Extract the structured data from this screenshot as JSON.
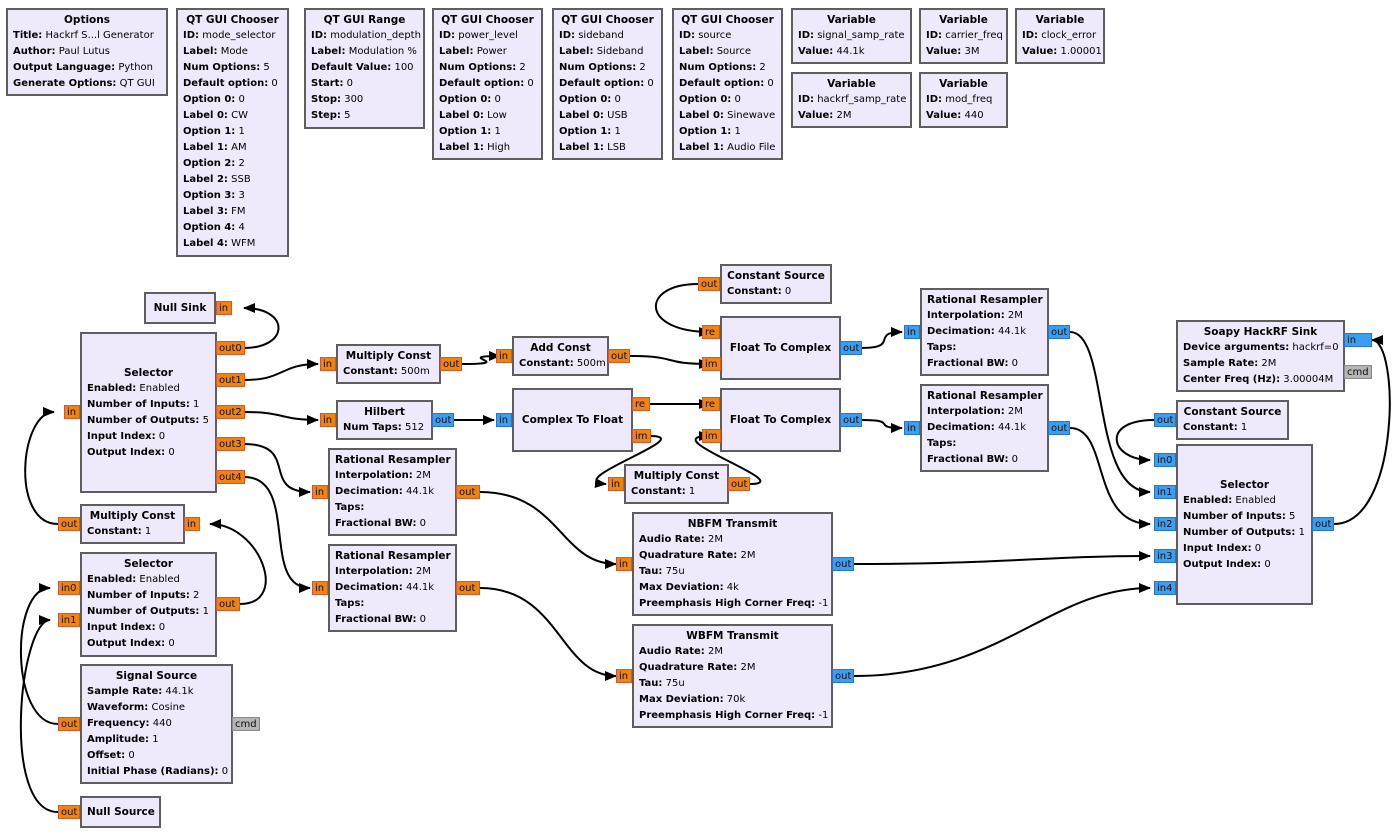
{
  "flowgraph": {
    "blocks": {
      "options": {
        "title": "Options",
        "params": [
          [
            "Title:",
            "Hackrf S...l Generator"
          ],
          [
            "Author:",
            "Paul Lutus"
          ],
          [
            "Output Language:",
            "Python"
          ],
          [
            "Generate Options:",
            "QT GUI"
          ]
        ]
      },
      "mode_chooser": {
        "title": "QT GUI Chooser",
        "params": [
          [
            "ID:",
            "mode_selector"
          ],
          [
            "Label:",
            "Mode"
          ],
          [
            "Num Options:",
            "5"
          ],
          [
            "Default option:",
            "0"
          ],
          [
            "Option 0:",
            "0"
          ],
          [
            "Label 0:",
            "CW"
          ],
          [
            "Option 1:",
            "1"
          ],
          [
            "Label 1:",
            "AM"
          ],
          [
            "Option 2:",
            "2"
          ],
          [
            "Label 2:",
            "SSB"
          ],
          [
            "Option 3:",
            "3"
          ],
          [
            "Label 3:",
            "FM"
          ],
          [
            "Option 4:",
            "4"
          ],
          [
            "Label 4:",
            "WFM"
          ]
        ]
      },
      "mod_range": {
        "title": "QT GUI Range",
        "params": [
          [
            "ID:",
            "modulation_depth"
          ],
          [
            "Label:",
            "Modulation %"
          ],
          [
            "Default Value:",
            "100"
          ],
          [
            "Start:",
            "0"
          ],
          [
            "Stop:",
            "300"
          ],
          [
            "Step:",
            "5"
          ]
        ]
      },
      "power_chooser": {
        "title": "QT GUI Chooser",
        "params": [
          [
            "ID:",
            "power_level"
          ],
          [
            "Label:",
            "Power"
          ],
          [
            "Num Options:",
            "2"
          ],
          [
            "Default option:",
            "0"
          ],
          [
            "Option 0:",
            "0"
          ],
          [
            "Label 0:",
            "Low"
          ],
          [
            "Option 1:",
            "1"
          ],
          [
            "Label 1:",
            "High"
          ]
        ]
      },
      "sideband_chooser": {
        "title": "QT GUI Chooser",
        "params": [
          [
            "ID:",
            "sideband"
          ],
          [
            "Label:",
            "Sideband"
          ],
          [
            "Num Options:",
            "2"
          ],
          [
            "Default option:",
            "0"
          ],
          [
            "Option 0:",
            "0"
          ],
          [
            "Label 0:",
            "USB"
          ],
          [
            "Option 1:",
            "1"
          ],
          [
            "Label 1:",
            "LSB"
          ]
        ]
      },
      "source_chooser": {
        "title": "QT GUI Chooser",
        "params": [
          [
            "ID:",
            "source"
          ],
          [
            "Label:",
            "Source"
          ],
          [
            "Num Options:",
            "2"
          ],
          [
            "Default option:",
            "0"
          ],
          [
            "Option 0:",
            "0"
          ],
          [
            "Label 0:",
            "Sinewave"
          ],
          [
            "Option 1:",
            "1"
          ],
          [
            "Label 1:",
            "Audio File"
          ]
        ]
      },
      "var_signal_samp_rate": {
        "title": "Variable",
        "params": [
          [
            "ID:",
            "signal_samp_rate"
          ],
          [
            "Value:",
            "44.1k"
          ]
        ]
      },
      "var_carrier_freq": {
        "title": "Variable",
        "params": [
          [
            "ID:",
            "carrier_freq"
          ],
          [
            "Value:",
            "3M"
          ]
        ]
      },
      "var_clock_error": {
        "title": "Variable",
        "params": [
          [
            "ID:",
            "clock_error"
          ],
          [
            "Value:",
            "1.00001"
          ]
        ]
      },
      "var_hackrf_samp_rate": {
        "title": "Variable",
        "params": [
          [
            "ID:",
            "hackrf_samp_rate"
          ],
          [
            "Value:",
            "2M"
          ]
        ]
      },
      "var_mod_freq": {
        "title": "Variable",
        "params": [
          [
            "ID:",
            "mod_freq"
          ],
          [
            "Value:",
            "440"
          ]
        ]
      },
      "null_sink": {
        "title": "Null Sink",
        "params": []
      },
      "selector_1": {
        "title": "Selector",
        "params": [
          [
            "Enabled:",
            "Enabled"
          ],
          [
            "Number of Inputs:",
            "1"
          ],
          [
            "Number of Outputs:",
            "5"
          ],
          [
            "Input Index:",
            "0"
          ],
          [
            "Output Index:",
            "0"
          ]
        ]
      },
      "multiply_const_1": {
        "title": "Multiply Const",
        "params": [
          [
            "Constant:",
            "1"
          ]
        ]
      },
      "selector_2": {
        "title": "Selector",
        "params": [
          [
            "Enabled:",
            "Enabled"
          ],
          [
            "Number of Inputs:",
            "2"
          ],
          [
            "Number of Outputs:",
            "1"
          ],
          [
            "Input Index:",
            "0"
          ],
          [
            "Output Index:",
            "0"
          ]
        ]
      },
      "signal_source": {
        "title": "Signal Source",
        "params": [
          [
            "Sample Rate:",
            "44.1k"
          ],
          [
            "Waveform:",
            "Cosine"
          ],
          [
            "Frequency:",
            "440"
          ],
          [
            "Amplitude:",
            "1"
          ],
          [
            "Offset:",
            "0"
          ],
          [
            "Initial Phase (Radians):",
            "0"
          ]
        ]
      },
      "null_source": {
        "title": "Null Source",
        "params": []
      },
      "multiply_const_500m": {
        "title": "Multiply Const",
        "params": [
          [
            "Constant:",
            "500m"
          ]
        ]
      },
      "add_const": {
        "title": "Add Const",
        "params": [
          [
            "Constant:",
            "500m"
          ]
        ]
      },
      "hilbert": {
        "title": "Hilbert",
        "params": [
          [
            "Num Taps:",
            "512"
          ]
        ]
      },
      "complex_to_float": {
        "title": "Complex To Float",
        "params": []
      },
      "rr_fm": {
        "title": "Rational Resampler",
        "params": [
          [
            "Interpolation:",
            "2M"
          ],
          [
            "Decimation:",
            "44.1k"
          ],
          [
            "Taps:",
            ""
          ],
          [
            "Fractional BW:",
            "0"
          ]
        ]
      },
      "rr_wfm": {
        "title": "Rational Resampler",
        "params": [
          [
            "Interpolation:",
            "2M"
          ],
          [
            "Decimation:",
            "44.1k"
          ],
          [
            "Taps:",
            ""
          ],
          [
            "Fractional BW:",
            "0"
          ]
        ]
      },
      "constant_source_0": {
        "title": "Constant Source",
        "params": [
          [
            "Constant:",
            "0"
          ]
        ]
      },
      "f2c_am": {
        "title": "Float To Complex",
        "params": []
      },
      "f2c_ssb": {
        "title": "Float To Complex",
        "params": []
      },
      "multiply_const_im": {
        "title": "Multiply Const",
        "params": [
          [
            "Constant:",
            "1"
          ]
        ]
      },
      "nbfm": {
        "title": "NBFM Transmit",
        "params": [
          [
            "Audio Rate:",
            "2M"
          ],
          [
            "Quadrature Rate:",
            "2M"
          ],
          [
            "Tau:",
            "75u"
          ],
          [
            "Max Deviation:",
            "4k"
          ],
          [
            "Preemphasis High Corner Freq:",
            "-1"
          ]
        ]
      },
      "wbfm": {
        "title": "WBFM Transmit",
        "params": [
          [
            "Audio Rate:",
            "2M"
          ],
          [
            "Quadrature Rate:",
            "2M"
          ],
          [
            "Tau:",
            "75u"
          ],
          [
            "Max Deviation:",
            "70k"
          ],
          [
            "Preemphasis High Corner Freq:",
            "-1"
          ]
        ]
      },
      "rr_am": {
        "title": "Rational Resampler",
        "params": [
          [
            "Interpolation:",
            "2M"
          ],
          [
            "Decimation:",
            "44.1k"
          ],
          [
            "Taps:",
            ""
          ],
          [
            "Fractional BW:",
            "0"
          ]
        ]
      },
      "rr_ssb": {
        "title": "Rational Resampler",
        "params": [
          [
            "Interpolation:",
            "2M"
          ],
          [
            "Decimation:",
            "44.1k"
          ],
          [
            "Taps:",
            ""
          ],
          [
            "Fractional BW:",
            "0"
          ]
        ]
      },
      "hackrf_sink": {
        "title": "Soapy HackRF Sink",
        "params": [
          [
            "Device arguments:",
            "hackrf=0"
          ],
          [
            "Sample Rate:",
            "2M"
          ],
          [
            "Center Freq (Hz):",
            "3.00004M"
          ]
        ]
      },
      "constant_source_1": {
        "title": "Constant Source",
        "params": [
          [
            "Constant:",
            "1"
          ]
        ]
      },
      "selector_out": {
        "title": "Selector",
        "params": [
          [
            "Enabled:",
            "Enabled"
          ],
          [
            "Number of Inputs:",
            "5"
          ],
          [
            "Number of Outputs:",
            "1"
          ],
          [
            "Input Index:",
            "0"
          ],
          [
            "Output Index:",
            "0"
          ]
        ]
      }
    },
    "ports": {
      "in": "in",
      "out": "out",
      "out0": "out0",
      "out1": "out1",
      "out2": "out2",
      "out3": "out3",
      "out4": "out4",
      "in0": "in0",
      "in1": "in1",
      "in2": "in2",
      "in3": "in3",
      "in4": "in4",
      "re": "re",
      "im": "im",
      "cmd": "cmd"
    },
    "colors": {
      "block_bg": "#eeeafc",
      "block_border": "#5e5e5e",
      "float_port": "#f28213",
      "complex_port": "#3c9ef2",
      "message_port": "#b5b5b5",
      "wire": "#000000"
    }
  }
}
